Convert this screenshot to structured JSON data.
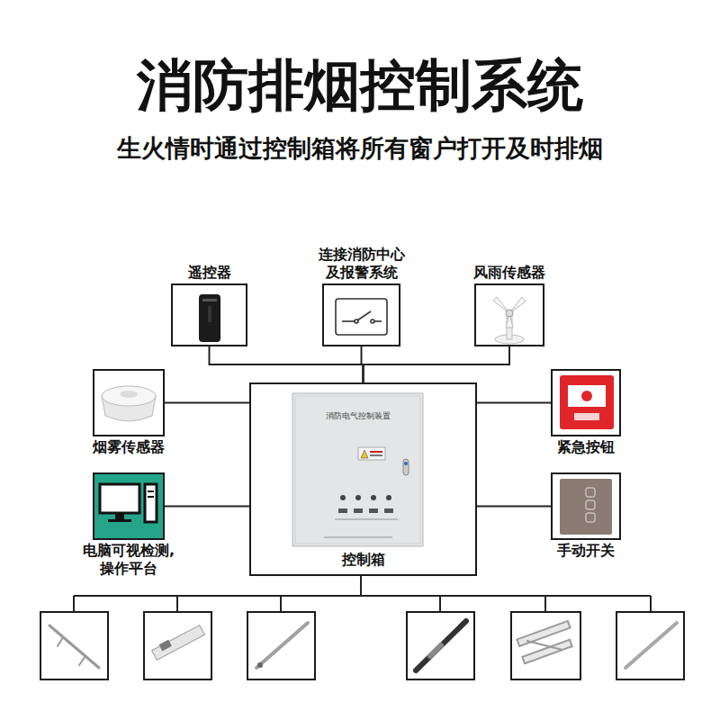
{
  "diagram": {
    "title": "消防排烟控制系统",
    "nodes": [
      {
        "text": [
          "遥控器"
        ]
      },
      {
        "text": [
          "连接消防中心 及报警系统"
        ]
      },
      {
        "text": [
          "风雨传感器"
        ]
      },
      {
        "text": [
          "烟雾传感器"
        ]
      },
      {
        "text": [
          "控制箱"
        ]
      },
      {
        "text": [
          "紧急按钮"
        ]
      },
      {
        "text": [
          "电脑可视检测, 操作平台"
        ]
      },
      {
        "text": [
          "手动开关"
        ]
      }
    ],
    "edges": [
      {
        "from": 0,
        "to": 4,
        "arrow": "none"
      },
      {
        "from": 1,
        "to": 4,
        "arrow": "none"
      },
      {
        "from": 2,
        "to": 4,
        "arrow": "none"
      },
      {
        "from": 3,
        "to": 4,
        "arrow": "none"
      },
      {
        "from": 6,
        "to": 4,
        "arrow": "none"
      },
      {
        "from": 5,
        "to": 4,
        "arrow": "none"
      },
      {
        "from": 7,
        "to": 4,
        "arrow": "none"
      }
    ],
    "labels": [
      "生火情时通过控制箱将所有窗户打开及时排烟",
      "消防电气控制装置"
    ]
  }
}
